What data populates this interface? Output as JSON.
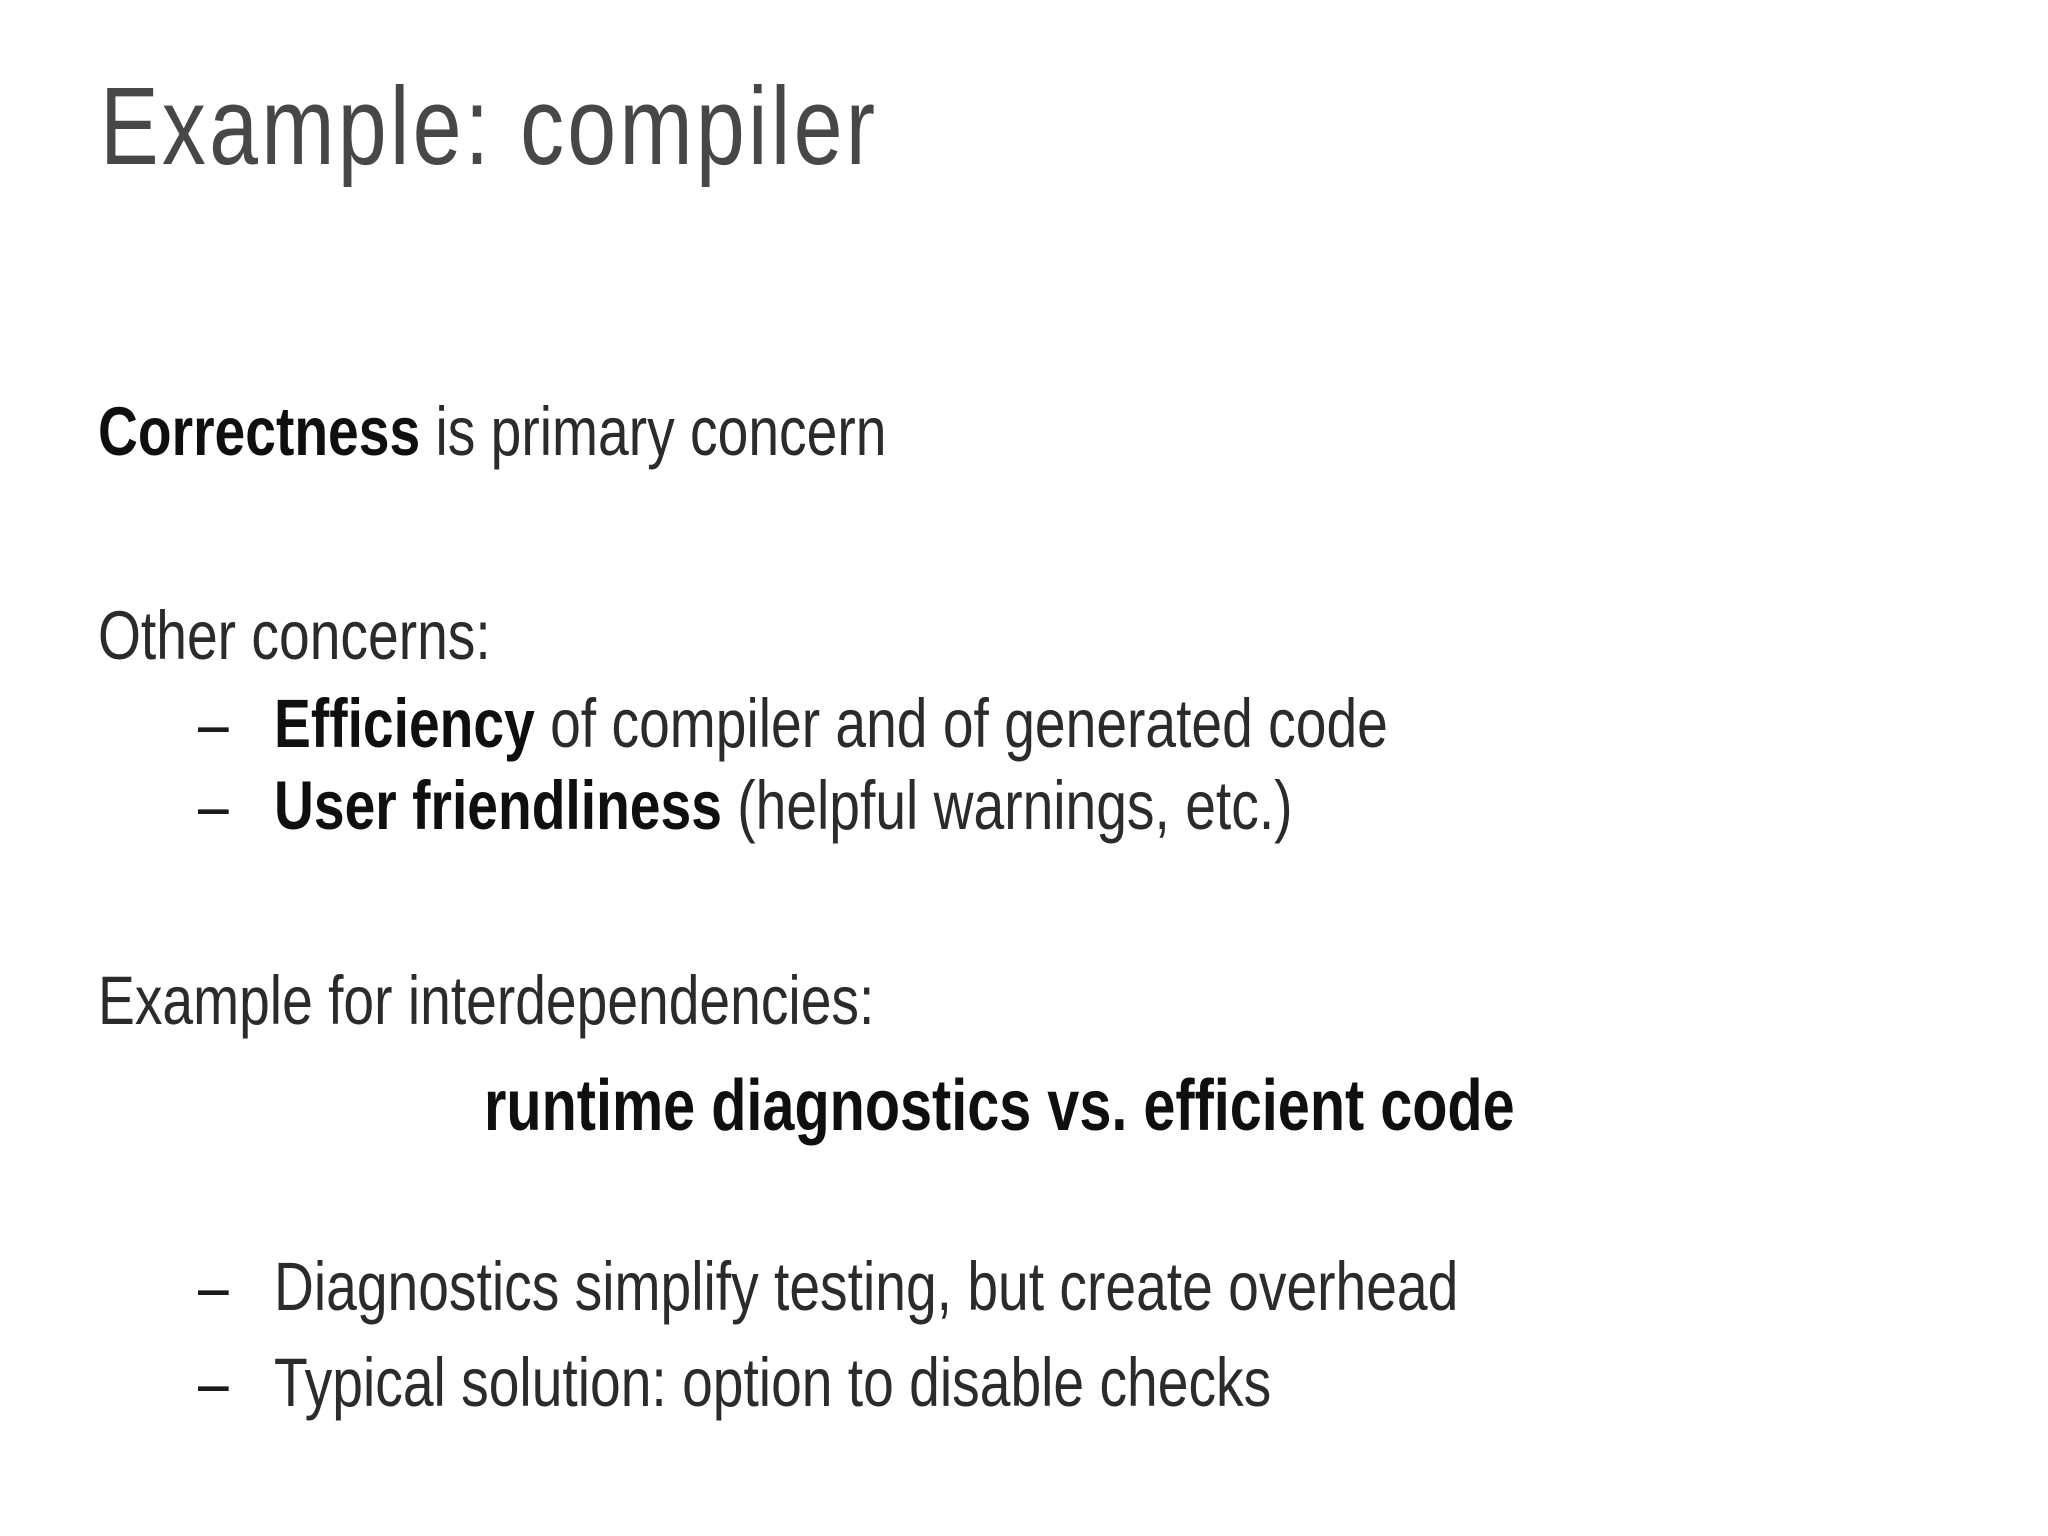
{
  "slide": {
    "title": "Example: compiler",
    "bullet_dash": "–",
    "colors": {
      "background": "#ffffff",
      "title_text": "#474747",
      "body_text": "#2b2b2b",
      "emphasis_text": "#0f0f0f"
    },
    "statement": {
      "emphasis": "Correctness",
      "rest": " is primary concern"
    },
    "other_concerns": {
      "heading": "Other concerns:",
      "bullets": [
        {
          "emphasis": "Efficiency",
          "rest": " of compiler and of generated code"
        },
        {
          "emphasis": "User friendliness",
          "rest": " (helpful warnings, etc.)"
        }
      ]
    },
    "interdependencies": {
      "heading": "Example for interdependencies:",
      "highlight": "runtime diagnostics vs. efficient code",
      "bullets": [
        {
          "text": "Diagnostics simplify testing, but create overhead"
        },
        {
          "text": "Typical solution: option to disable checks"
        }
      ]
    }
  }
}
